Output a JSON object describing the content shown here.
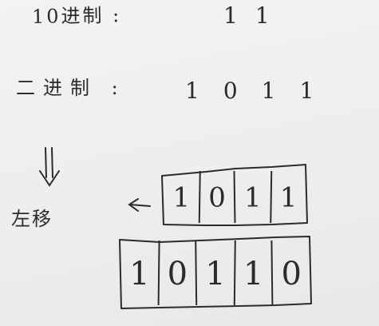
{
  "decimal": {
    "label": "10进制 :",
    "value": "11"
  },
  "binary": {
    "label": "二进制 :",
    "value": "1011"
  },
  "shift": {
    "label": "左移"
  },
  "before_shift": {
    "bits": [
      "1",
      "0",
      "1",
      "1"
    ]
  },
  "after_shift": {
    "bits": [
      "1",
      "0",
      "1",
      "1",
      "0"
    ]
  },
  "colors": {
    "ink": "#2b2b2b",
    "paper": "#f1f0ee"
  },
  "icons": {
    "down_arrow": "double-down-arrow-icon",
    "left_arrow": "left-arrow-icon"
  }
}
